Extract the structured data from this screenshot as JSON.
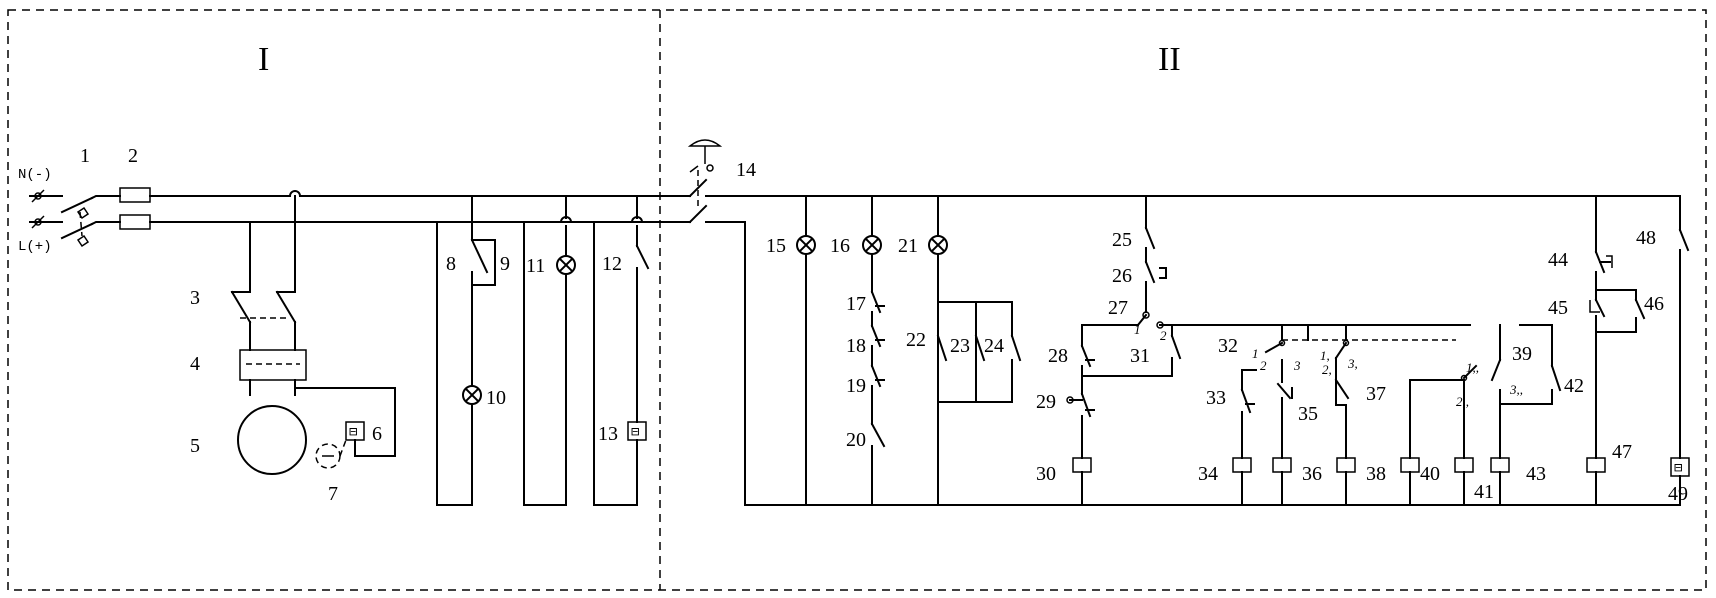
{
  "sections": {
    "left": "I",
    "right": "II"
  },
  "terminals": {
    "neutral": "N(-)",
    "live": "L(+)"
  },
  "labels": {
    "c1": "1",
    "c2": "2",
    "c3": "3",
    "c4": "4",
    "c5": "5",
    "c6": "6",
    "c7": "7",
    "c8": "8",
    "c9": "9",
    "c10": "10",
    "c11": "11",
    "c12": "12",
    "c13": "13",
    "c14": "14",
    "c15": "15",
    "c16": "16",
    "c17": "17",
    "c18": "18",
    "c19": "19",
    "c20": "20",
    "c21": "21",
    "c22": "22",
    "c23": "23",
    "c24": "24",
    "c25": "25",
    "c26": "26",
    "c27": "27",
    "c28": "28",
    "c29": "29",
    "c30": "30",
    "c31": "31",
    "c32": "32",
    "c33": "33",
    "c34": "34",
    "c35": "35",
    "c36": "36",
    "c37": "37",
    "c38": "38",
    "c39": "39",
    "c40": "40",
    "c41": "41",
    "c42": "42",
    "c43": "43",
    "c44": "44",
    "c45": "45",
    "c46": "46",
    "c47": "47",
    "c48": "48",
    "c49": "49"
  },
  "switch_positions": {
    "s27_1": "1",
    "s27_2": "2",
    "s32_1": "1",
    "s32_2": "2",
    "s32_3": "3",
    "s37_1": "1,",
    "s37_2": "2,",
    "s37_3": "3,",
    "s39_1": "1,,",
    "s39_2": "2,,",
    "s39_3": "3,,"
  }
}
